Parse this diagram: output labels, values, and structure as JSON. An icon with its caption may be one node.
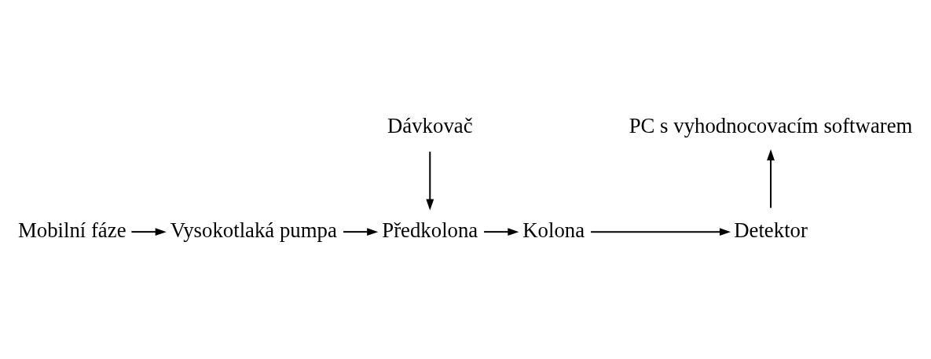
{
  "diagram": {
    "nodes": [
      {
        "text": [
          "Dávkovač"
        ]
      },
      {
        "text": [
          "Mobilní fáze"
        ]
      },
      {
        "text": [
          "Vysokotlaká pumpa"
        ]
      },
      {
        "text": [
          "Předkolona"
        ]
      },
      {
        "text": [
          "Kolona"
        ]
      },
      {
        "text": [
          "Detektor"
        ]
      },
      {
        "text": [
          "PC s vyhodnocovacím softwarem"
        ]
      }
    ],
    "edges": [
      {
        "from": 0,
        "to": 3,
        "arrow": "to"
      },
      {
        "from": 1,
        "to": 2,
        "arrow": "to"
      },
      {
        "from": 2,
        "to": 3,
        "arrow": "to"
      },
      {
        "from": 3,
        "to": 4,
        "arrow": "to"
      },
      {
        "from": 4,
        "to": 5,
        "arrow": "to"
      },
      {
        "from": 5,
        "to": 6,
        "arrow": "to"
      }
    ]
  }
}
